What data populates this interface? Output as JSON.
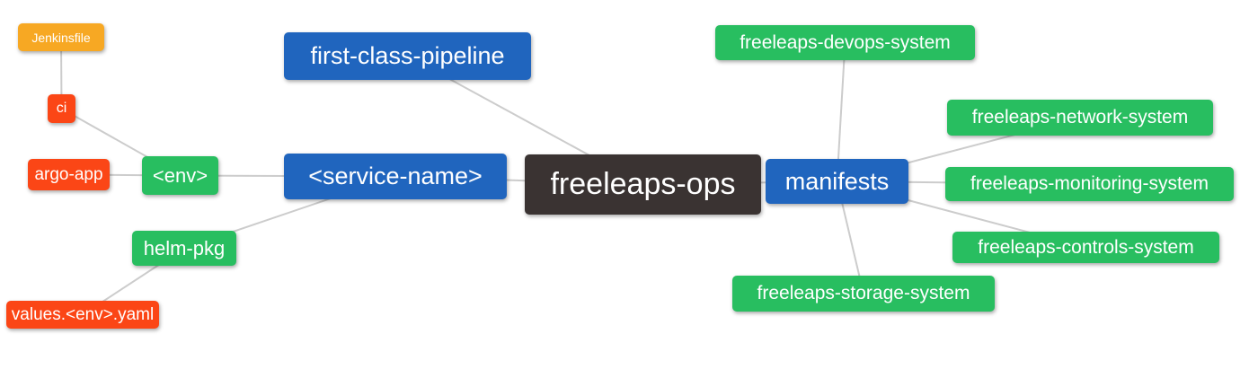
{
  "diagram": {
    "palette": {
      "blue": "#2065BE",
      "green": "#28BE60",
      "orange": "#F7A823",
      "red": "#FB4616",
      "dark": "#3A3332",
      "edge": "#CCCCCC",
      "text": "#FFFFFF",
      "background": "#FFFFFF"
    },
    "nodes": [
      {
        "id": "jenkinsfile",
        "label": "Jenkinsfile",
        "color": "orange"
      },
      {
        "id": "ci",
        "label": "ci",
        "color": "red"
      },
      {
        "id": "argo-app",
        "label": "argo-app",
        "color": "red"
      },
      {
        "id": "env",
        "label": "<env>",
        "color": "green"
      },
      {
        "id": "helm-pkg",
        "label": "helm-pkg",
        "color": "green"
      },
      {
        "id": "values-env-yaml",
        "label": "values.<env>.yaml",
        "color": "red"
      },
      {
        "id": "first-class-pipeline",
        "label": "first-class-pipeline",
        "color": "blue"
      },
      {
        "id": "service-name",
        "label": "<service-name>",
        "color": "blue"
      },
      {
        "id": "freeleaps-ops",
        "label": "freeleaps-ops",
        "color": "dark"
      },
      {
        "id": "manifests",
        "label": "manifests",
        "color": "blue"
      },
      {
        "id": "devops",
        "label": "freeleaps-devops-system",
        "color": "green"
      },
      {
        "id": "network",
        "label": "freeleaps-network-system",
        "color": "green"
      },
      {
        "id": "monitoring",
        "label": "freeleaps-monitoring-system",
        "color": "green"
      },
      {
        "id": "controls",
        "label": "freeleaps-controls-system",
        "color": "green"
      },
      {
        "id": "storage",
        "label": "freeleaps-storage-system",
        "color": "green"
      }
    ],
    "edges": [
      [
        "jenkinsfile",
        "ci"
      ],
      [
        "ci",
        "env"
      ],
      [
        "argo-app",
        "env"
      ],
      [
        "env",
        "service-name"
      ],
      [
        "helm-pkg",
        "service-name"
      ],
      [
        "values-env-yaml",
        "helm-pkg"
      ],
      [
        "first-class-pipeline",
        "freeleaps-ops"
      ],
      [
        "service-name",
        "freeleaps-ops"
      ],
      [
        "freeleaps-ops",
        "manifests"
      ],
      [
        "manifests",
        "devops"
      ],
      [
        "manifests",
        "network"
      ],
      [
        "manifests",
        "monitoring"
      ],
      [
        "manifests",
        "controls"
      ],
      [
        "manifests",
        "storage"
      ]
    ]
  }
}
